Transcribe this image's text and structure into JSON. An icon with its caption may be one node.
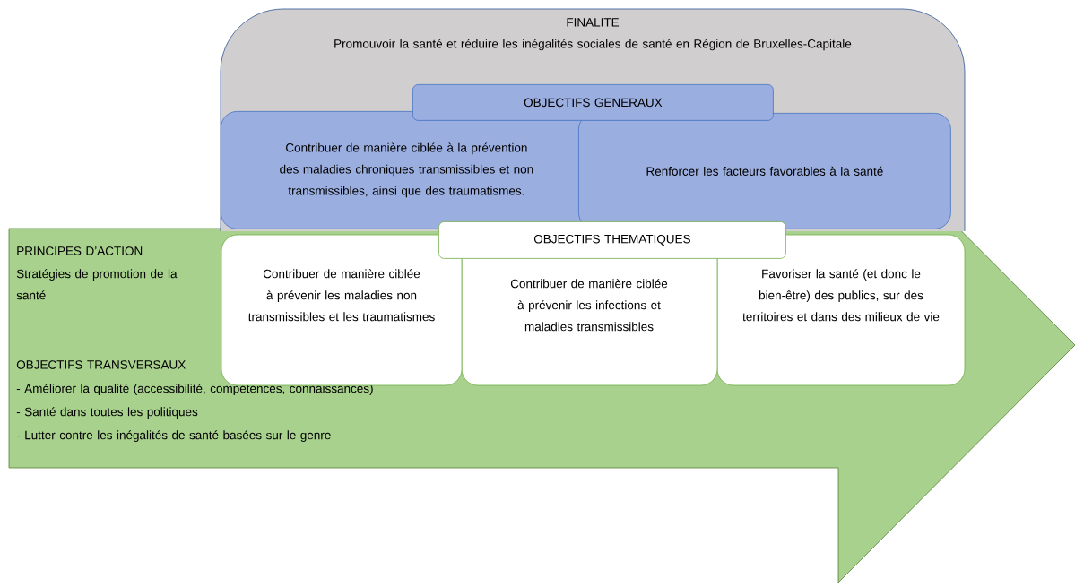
{
  "diagram": {
    "nodes": [
      {
        "text": [
          "FINALITE",
          "Promouvoir la santé et réduire les inégalités sociales de santé en Région de Bruxelles-Capitale"
        ]
      },
      {
        "text": [
          "OBJECTIFS GENERAUX"
        ],
        "in": 0
      },
      {
        "text": [
          "Contribuer de manière ciblée à la prévention des maladies chroniques transmissibles et non transmissibles, ainsi que des traumatismes."
        ],
        "in": 0
      },
      {
        "text": [
          "Renforcer les facteurs favorables à la santé"
        ],
        "in": 0
      },
      {
        "text": [
          "PRINCIPES D’ACTION",
          "Stratégies de promotion de la santé",
          "OBJECTIFS TRANSVERSAUX",
          "- Améliorer la qualité (accessibilité, compétences, connaissances)",
          "- Santé dans toutes les politiques",
          "- Lutter contre les inégalités de santé basées sur le genre"
        ]
      },
      {
        "text": [
          "OBJECTIFS THEMATIQUES"
        ],
        "in": 4
      },
      {
        "text": [
          "Contribuer de manière ciblée à prévenir les maladies non transmissibles et les traumatismes"
        ],
        "in": 4
      },
      {
        "text": [
          "Contribuer de manière ciblée à prévenir les infections et maladies transmissibles"
        ],
        "in": 4
      },
      {
        "text": [
          "Favoriser la santé (et donc le bien-être) des publics, sur des territoires et dans des milieux de vie"
        ],
        "in": 4
      }
    ]
  }
}
